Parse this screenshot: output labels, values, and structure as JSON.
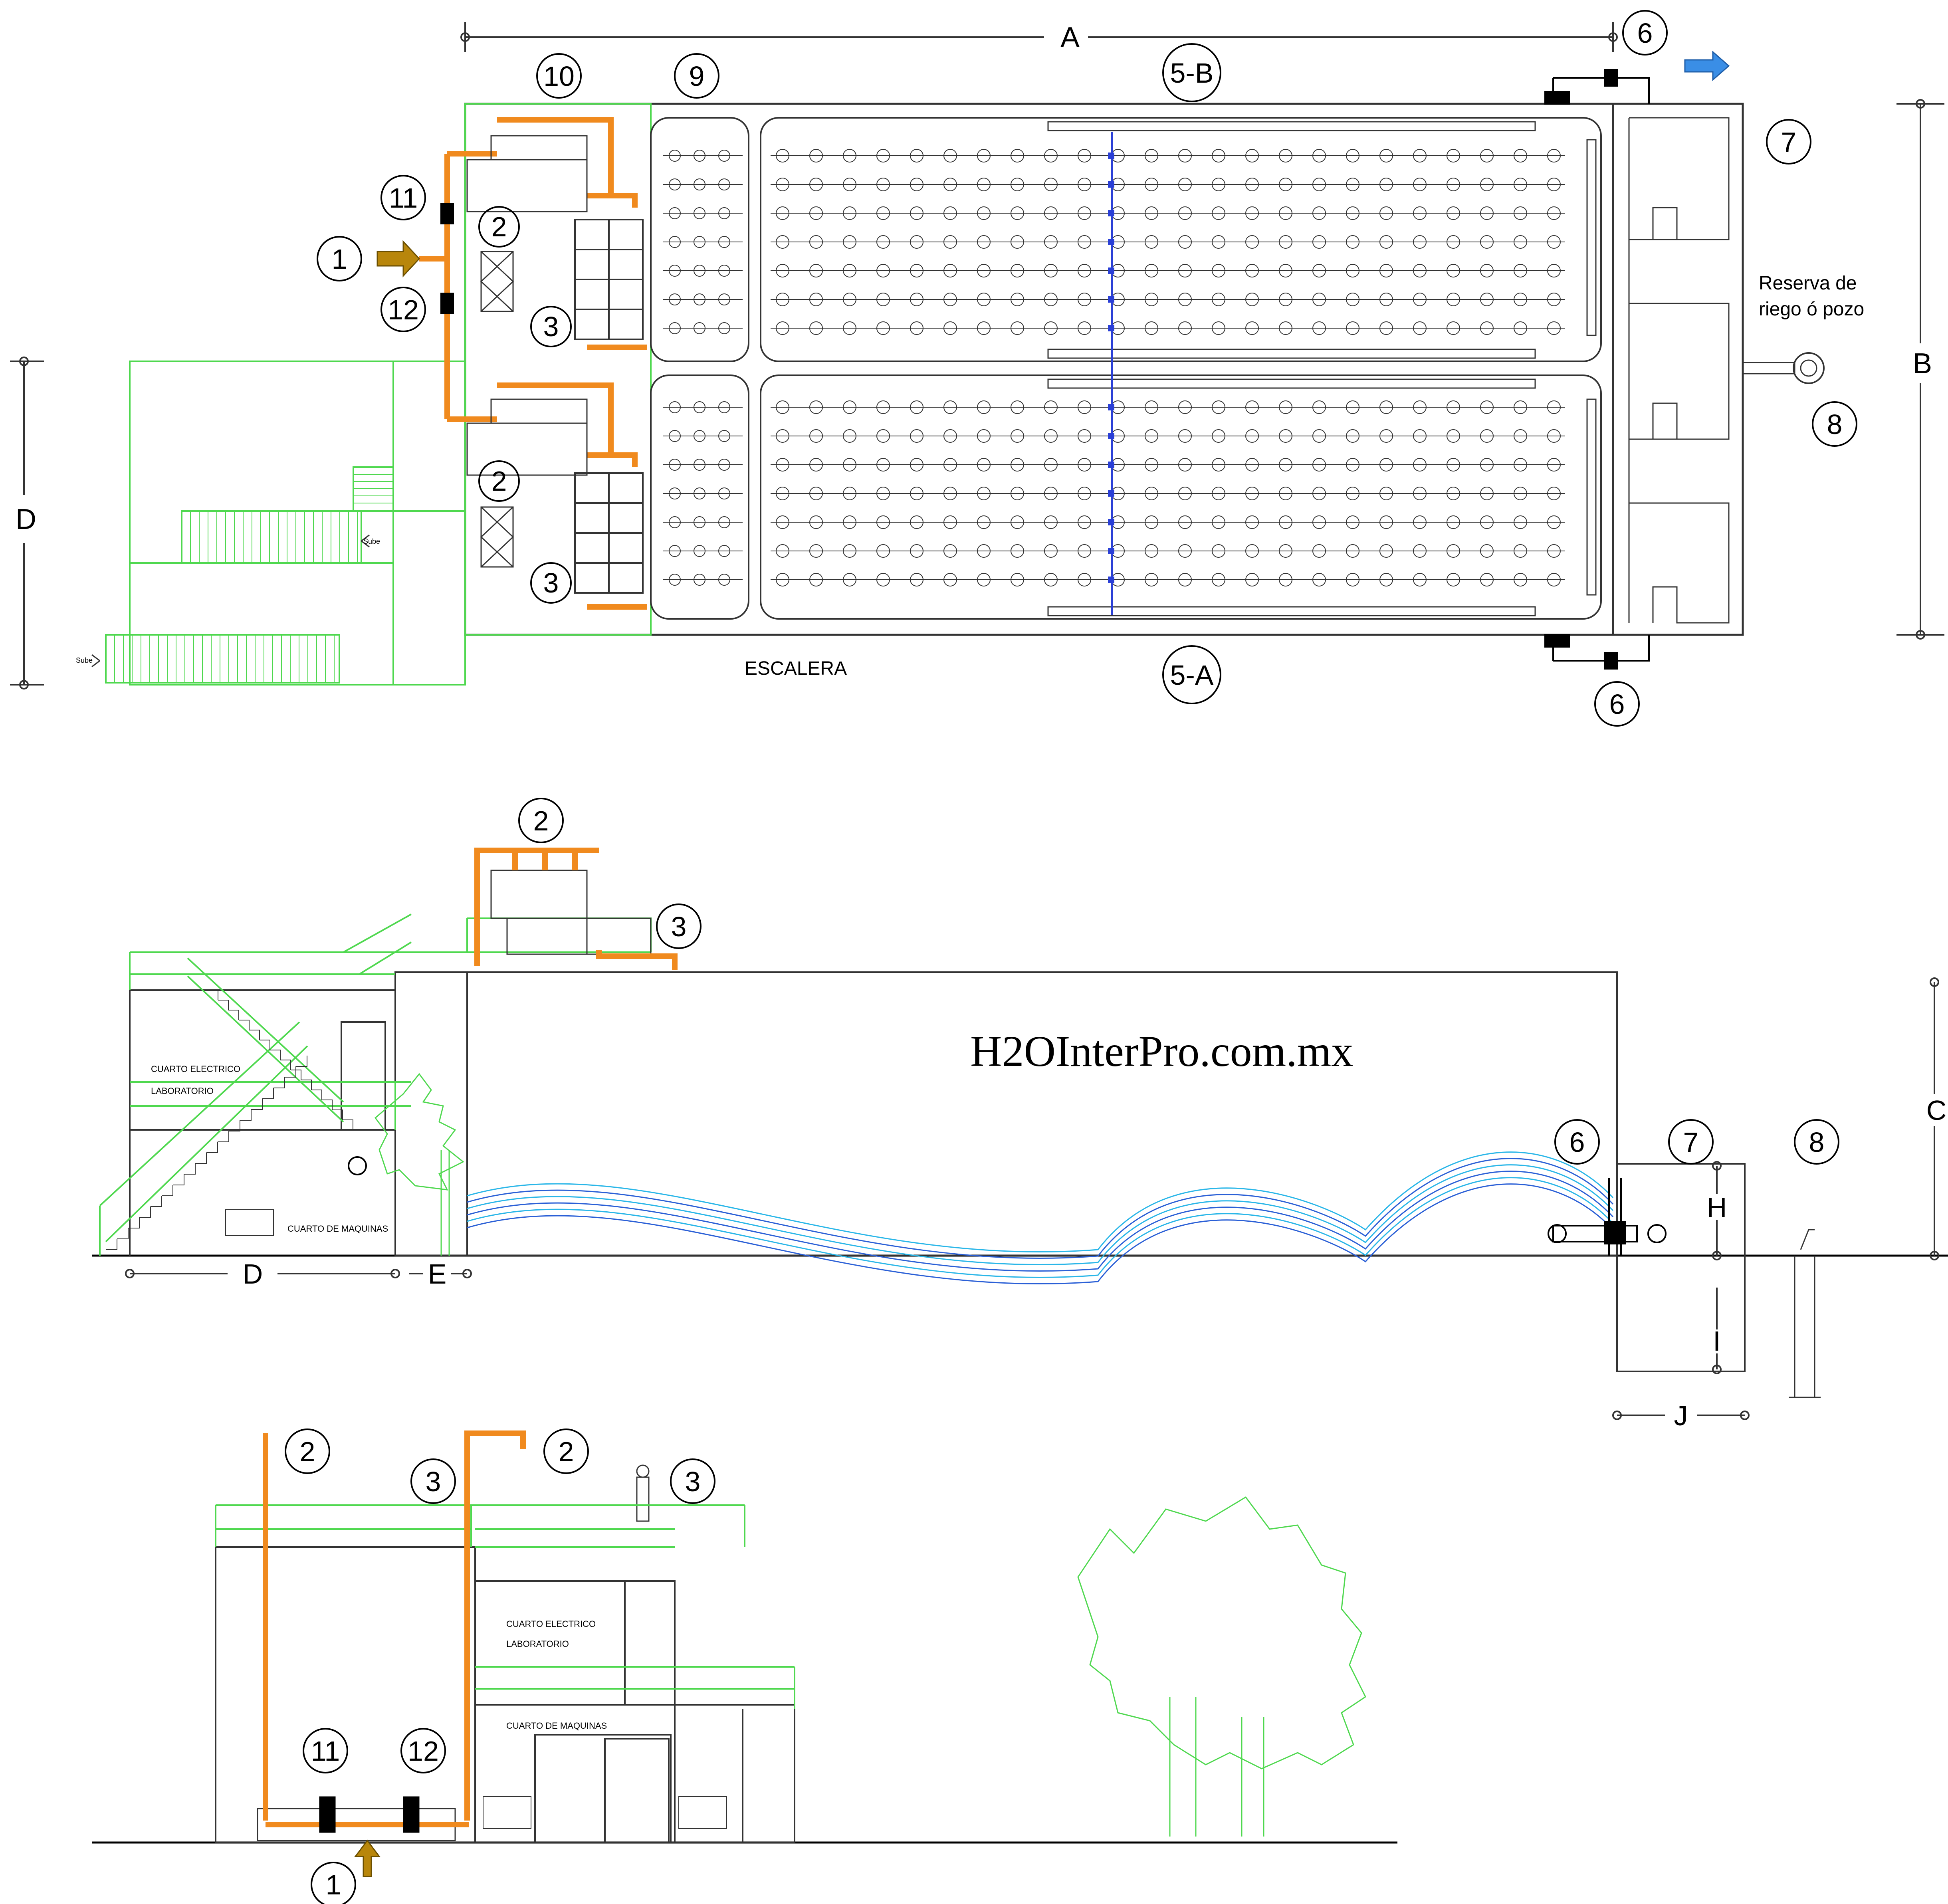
{
  "dimensions": {
    "A": "A",
    "B": "B",
    "C": "C",
    "D": "D",
    "E": "E",
    "H": "H",
    "I": "I",
    "J": "J"
  },
  "callouts": {
    "n1": "1",
    "n2": "2",
    "n3": "3",
    "n5a": "5-A",
    "n5b": "5-B",
    "n6": "6",
    "n7": "7",
    "n8": "8",
    "n9": "9",
    "n10": "10",
    "n11": "11",
    "n12": "12"
  },
  "labels": {
    "reserve_line1": "Reserva de",
    "reserve_line2": "riego  ó  pozo",
    "stairs": "ESCALERA",
    "sube": "Sube",
    "electrical_room": "CUARTO  ELECTRICO",
    "laboratory": "LABORATORIO",
    "machine_room": "CUARTO  DE  MAQUINAS",
    "brand": "H2OInterPro.com.mx"
  },
  "colors": {
    "pipe": "#f08a1e",
    "railing": "#4fd84f",
    "water_light": "#29b6e8",
    "water_dark": "#2a5fd6",
    "arrow_gold": "#b8860b",
    "arrow_blue": "#3a8ee6"
  },
  "icons": [
    "inflow-arrow-icon",
    "outflow-arrow-icon",
    "valve-icon",
    "pump-icon",
    "person-icon",
    "tree-icon"
  ]
}
